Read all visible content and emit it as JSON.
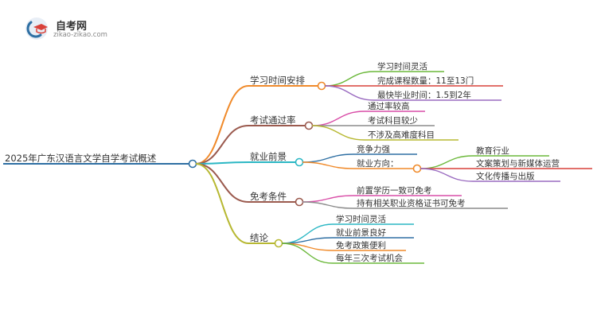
{
  "logo": {
    "name": "自考网",
    "url": "zikao-zikao.com",
    "icon": "graduation-cap-icon"
  },
  "root": {
    "label": "2025年广东汉语言文学自学考试概述",
    "color": "#2e6fa3"
  },
  "branches": [
    {
      "id": "study",
      "label": "学习时间安排",
      "color": "#f08a2a",
      "children": [
        {
          "label": "学习时间灵活",
          "color": "#6bb83a"
        },
        {
          "label": "完成课程数量：11至13门",
          "color": "#d9413a"
        },
        {
          "label": "最快毕业时间：1.5到2年",
          "color": "#9a6bc0"
        }
      ]
    },
    {
      "id": "pass",
      "label": "考试通过率",
      "color": "#9b5a4e",
      "children": [
        {
          "label": "通过率较高",
          "color": "#d94fa8"
        },
        {
          "label": "考试科目较少",
          "color": "#8c8c8c"
        },
        {
          "label": "不涉及高难度科目",
          "color": "#b7b832"
        }
      ]
    },
    {
      "id": "career",
      "label": "就业前景",
      "color": "#2bb7c4",
      "children": [
        {
          "label": "竞争力强",
          "color": "#2e6fa3"
        },
        {
          "label": "就业方向：",
          "color": "#f08a2a",
          "children": [
            {
              "label": "教育行业",
              "color": "#6bb83a"
            },
            {
              "label": "文案策划与新媒体运营",
              "color": "#d9413a"
            },
            {
              "label": "文化传播与出版",
              "color": "#9a6bc0"
            }
          ]
        }
      ]
    },
    {
      "id": "exempt",
      "label": "免考条件",
      "color": "#9b5a4e",
      "children": [
        {
          "label": "前置学历一致可免考",
          "color": "#d94fa8"
        },
        {
          "label": "持有相关职业资格证书可免考",
          "color": "#8c8c8c"
        }
      ]
    },
    {
      "id": "conclusion",
      "label": "结论",
      "color": "#b7b832",
      "children": [
        {
          "label": "学习时间灵活",
          "color": "#2bb7c4"
        },
        {
          "label": "就业前景良好",
          "color": "#2e6fa3"
        },
        {
          "label": "免考政策便利",
          "color": "#f08a2a"
        },
        {
          "label": "每年三次考试机会",
          "color": "#6bb83a"
        }
      ]
    }
  ]
}
